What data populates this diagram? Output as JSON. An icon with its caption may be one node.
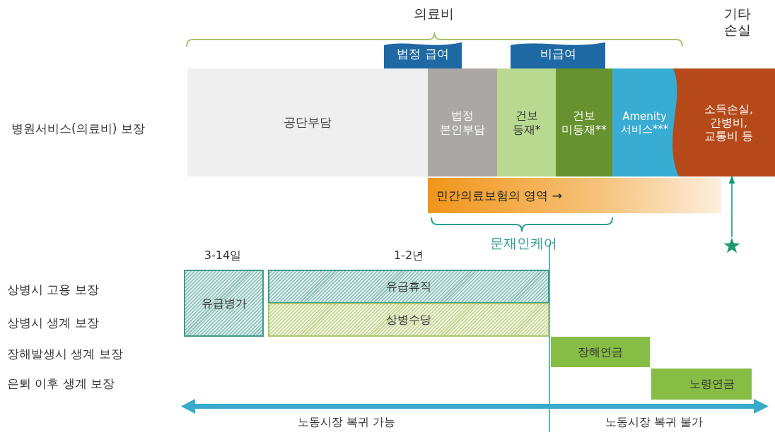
{
  "diagram": {
    "nodes": [
      {
        "text": [
          "공단부담"
        ]
      },
      {
        "text": [
          "법정 본인부담"
        ]
      },
      {
        "text": [
          "건보 등재*"
        ]
      },
      {
        "text": [
          "건보 미등재**"
        ]
      },
      {
        "text": [
          "Amenity 서비스***"
        ]
      },
      {
        "text": [
          "소득손실, 간병비, 교통비 등"
        ]
      },
      {
        "text": [
          "민간의료보험의 영역 →"
        ]
      },
      {
        "text": [
          "법정 급여"
        ]
      },
      {
        "text": [
          "비급여"
        ]
      },
      {
        "text": [
          "유급병가"
        ]
      },
      {
        "text": [
          "유급휴직"
        ]
      },
      {
        "text": [
          "상병수당"
        ]
      },
      {
        "text": [
          "장해연금"
        ]
      },
      {
        "text": [
          "노령연금"
        ]
      },
      {
        "text": [],
        "shape": "star"
      }
    ],
    "edges": [
      {
        "from": 14,
        "to": 5,
        "arrow": "to"
      }
    ],
    "labels": [
      "의료비",
      "기타 손실",
      "병원서비스(의료비) 보장",
      "문재인케어",
      "3-14일",
      "1-2년",
      "상병시 고용 보장",
      "상병시 생계 보장",
      "장해발생시 생계 보장",
      "은퇴 이후 생계 보장",
      "노동시장 복귀 가능",
      "노동시장 복귀 불가"
    ]
  }
}
